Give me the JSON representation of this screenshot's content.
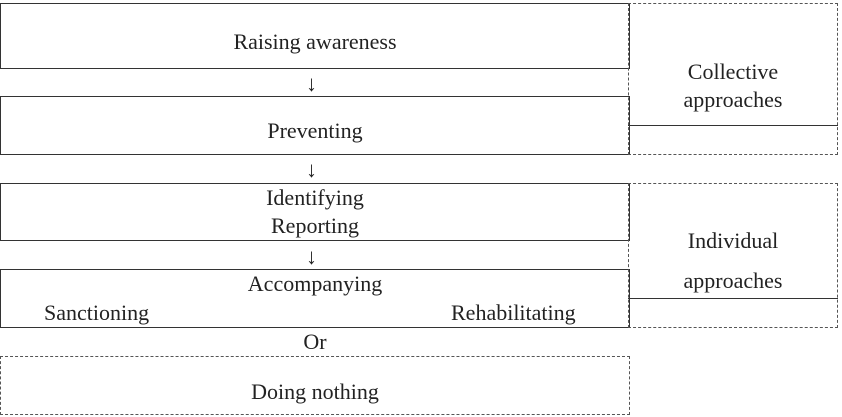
{
  "stages": {
    "raising_awareness": "Raising awareness",
    "preventing": "Preventing",
    "identifying": "Identifying",
    "reporting": "Reporting",
    "accompanying": "Accompanying",
    "sanctioning": "Sanctioning",
    "rehabilitating": "Rehabilitating",
    "or": "Or",
    "doing_nothing": "Doing nothing"
  },
  "groups": {
    "collective_line1": "Collective",
    "collective_line2": "approaches",
    "individual_line1": "Individual",
    "individual_line2": "approaches"
  },
  "arrow_glyph": "↓"
}
